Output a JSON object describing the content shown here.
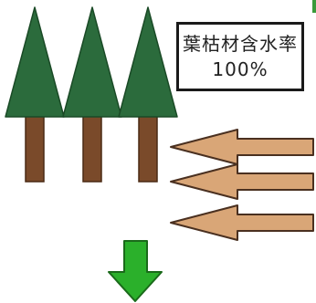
{
  "label": {
    "title": "葉枯材含水率",
    "value": "100%"
  },
  "trees": {
    "count": 3,
    "crown_color": "#2b6b3c",
    "crown_outline": "#1a4a26",
    "trunk_color": "#7a4a2a",
    "trunk_outline": "#4a2a14"
  },
  "arrows": {
    "count": 3,
    "direction": "left",
    "fill": "#d9a677",
    "outline": "#4a3020"
  },
  "down_arrow": {
    "fill": "#2bb02b",
    "outline": "#1a6a1a"
  }
}
